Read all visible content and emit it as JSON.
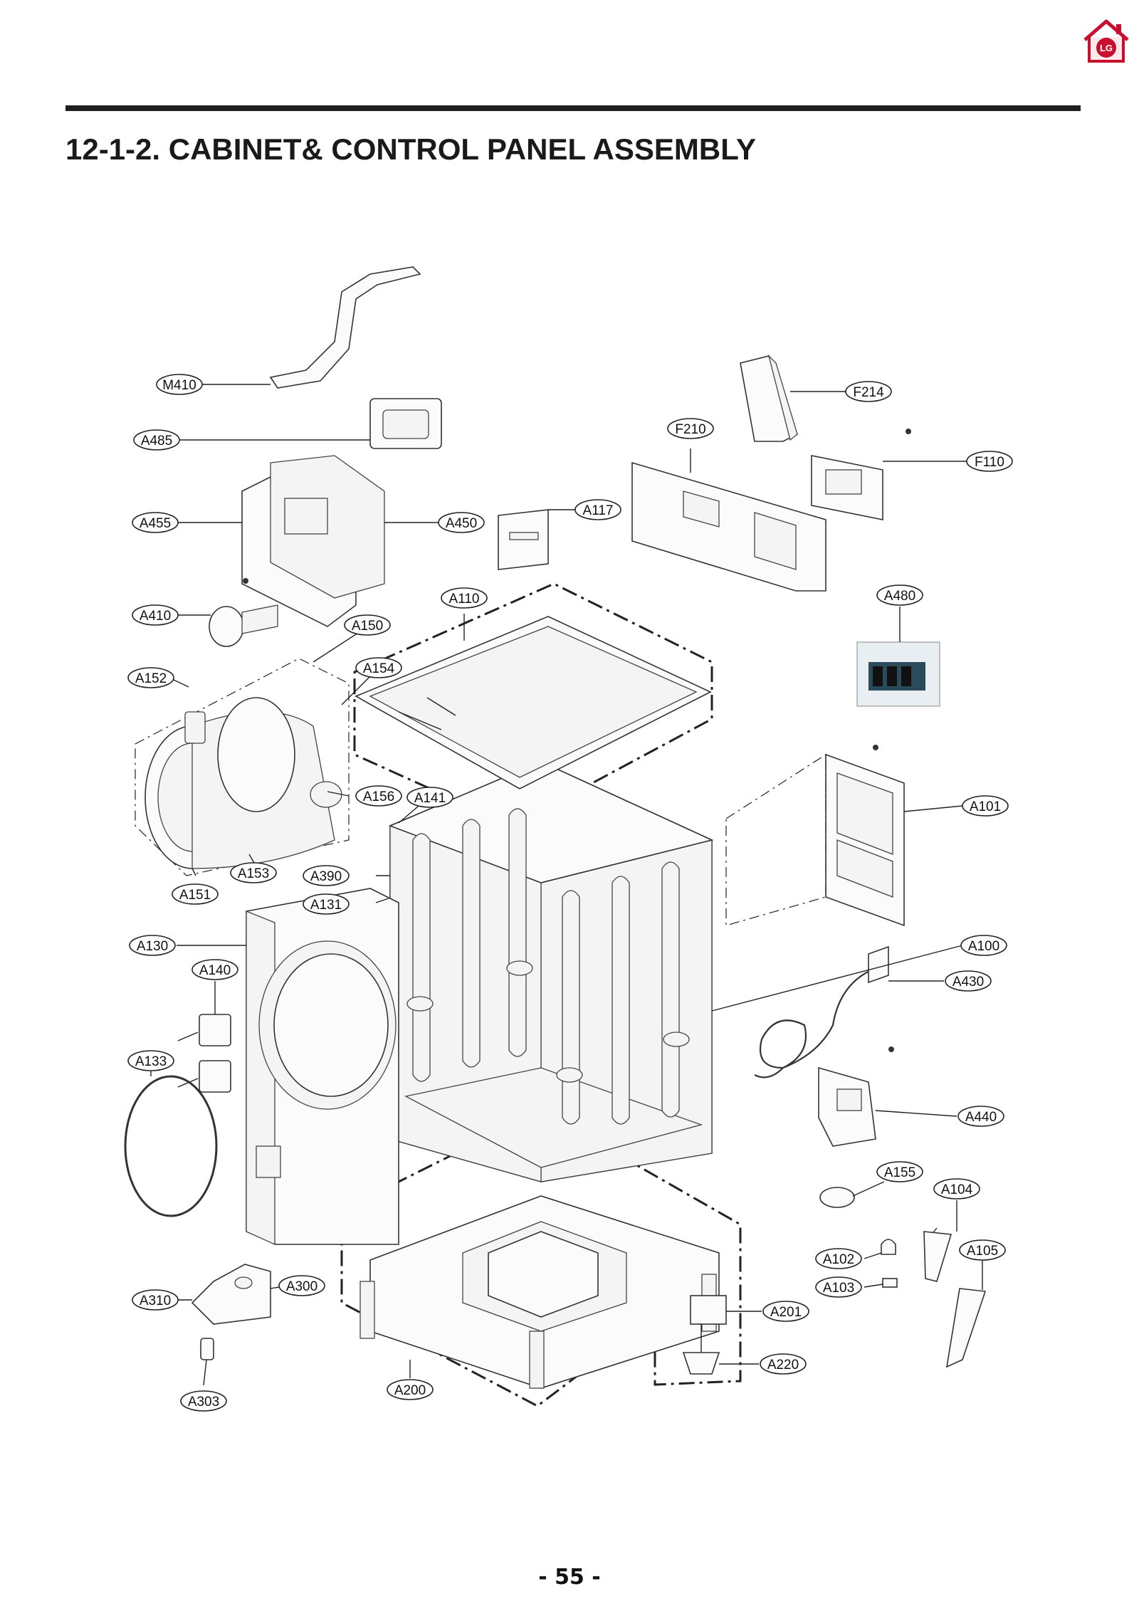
{
  "header": {
    "title": "12-1-2. CABINET& CONTROL PANEL ASSEMBLY",
    "logo_icon": "lg-home-logo-icon",
    "logo_text": "LG"
  },
  "footer": {
    "page_number": "- 55 -"
  },
  "diagram": {
    "callouts": [
      "M410",
      "A485",
      "A455",
      "A450",
      "A117",
      "A410",
      "A150",
      "A154",
      "A152",
      "A156",
      "A141",
      "A153",
      "A151",
      "A390",
      "A131",
      "A130",
      "A140",
      "A133",
      "A310",
      "A300",
      "A303",
      "A200",
      "A110",
      "F210",
      "F214",
      "F110",
      "A480",
      "A101",
      "A100",
      "A430",
      "A440",
      "A155",
      "A104",
      "A102",
      "A103",
      "A105",
      "A201",
      "A220"
    ]
  },
  "colors": {
    "line": "#222222",
    "rule": "#1f1f1f",
    "logo_red": "#c8102e"
  }
}
